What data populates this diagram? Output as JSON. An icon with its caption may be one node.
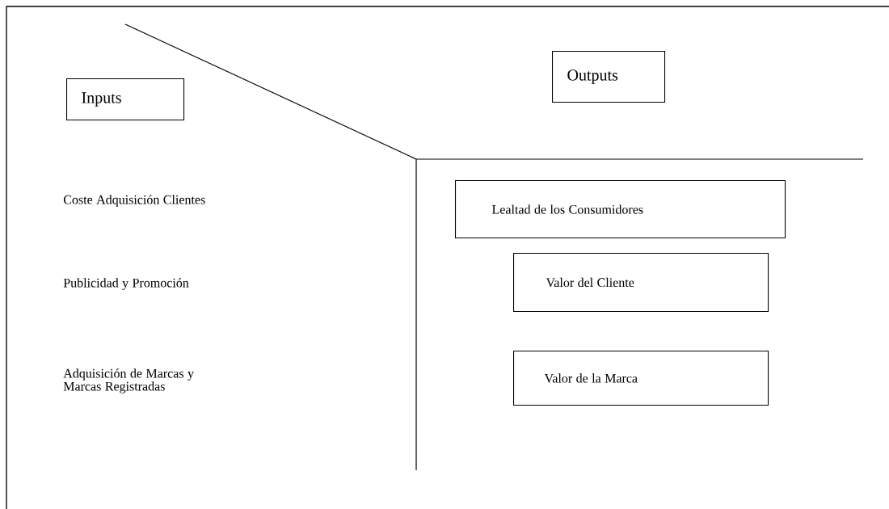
{
  "diagram": {
    "nodes": [
      {
        "text": [
          "Inputs"
        ]
      },
      {
        "text": [
          "Outputs"
        ]
      },
      {
        "text": [
          "Lealtad de los Consumidores"
        ]
      },
      {
        "text": [
          "Valor del Cliente"
        ]
      },
      {
        "text": [
          "Valor de la Marca"
        ]
      }
    ],
    "labels": [
      "Coste Adquisición Clientes",
      "Publicidad y Promoción",
      "Adquisición de Marcas y Marcas Registradas"
    ]
  }
}
